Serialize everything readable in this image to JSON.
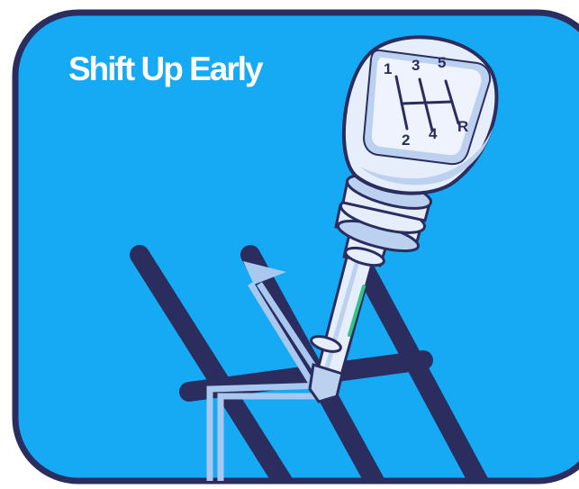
{
  "title": "Shift Up Early",
  "knob": {
    "gears": [
      "1",
      "3",
      "5",
      "2",
      "4",
      "R"
    ]
  },
  "colors": {
    "background": "#16aaf5",
    "outline": "#2a2d5e",
    "arrow": "#a8c8f0",
    "knob": "#e6eefb",
    "knob_shade": "#bcd0f0",
    "accent": "#34c48a"
  },
  "illustration": {
    "subject": "gear-stick-icon",
    "arrow": "up-arrow-icon"
  }
}
